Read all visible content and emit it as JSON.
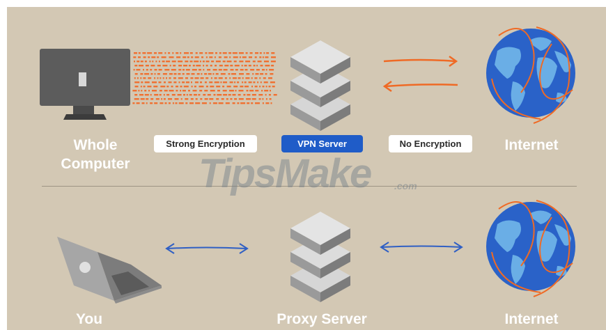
{
  "top": {
    "source_label": "Whole\nComputer",
    "encryption_pill": "Strong Encryption",
    "server_pill": "VPN Server",
    "no_encryption_pill": "No Encryption",
    "destination_label": "Internet"
  },
  "bottom": {
    "source_label": "You",
    "server_label": "Proxy Server",
    "destination_label": "Internet"
  },
  "watermark": {
    "text": "TipsMake",
    "suffix": ".com"
  },
  "colors": {
    "background": "#d3c8b4",
    "encrypted_data": "#f07030",
    "orange_arrow": "#ef6a25",
    "blue_arrow": "#2f5fc4",
    "vpn_pill": "#1f5cc8",
    "ocean": "#2a62c8",
    "land": "#6aaee6"
  },
  "icons": {
    "top_source": "monitor-icon",
    "top_server": "server-stack-icon",
    "top_destination": "globe-icon",
    "bottom_source": "laptop-icon",
    "bottom_server": "server-stack-icon",
    "bottom_destination": "globe-icon"
  }
}
